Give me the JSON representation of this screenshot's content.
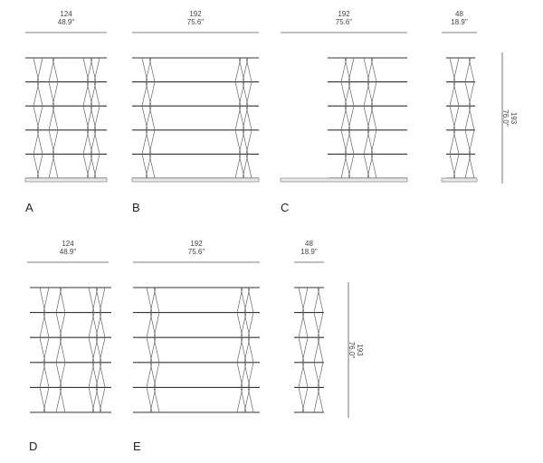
{
  "units": {
    "cm": "cm",
    "in": "\""
  },
  "elevations": [
    {
      "id": "A",
      "label": "A",
      "width_cm": "124",
      "width_in": "48.9\"",
      "base": true,
      "clusters": [
        {
          "uprights": 2,
          "phase": 0
        },
        {
          "uprights": 2,
          "phase": 1
        },
        {
          "uprights": 4,
          "phase": 0
        }
      ]
    },
    {
      "id": "B",
      "label": "B",
      "width_cm": "192",
      "width_in": "75.6\"",
      "base": true,
      "clusters": [
        {
          "uprights": 3,
          "phase": 0
        },
        {
          "uprights": 4,
          "phase": 1
        }
      ]
    },
    {
      "id": "C",
      "label": "C",
      "width_cm": "192",
      "width_in": "75.6\"",
      "base": true,
      "clusters": [
        {
          "uprights": 3,
          "phase": 1
        },
        {
          "uprights": 3,
          "phase": 0
        }
      ]
    },
    {
      "id": "C2",
      "label": "",
      "width_cm": "48",
      "width_in": "18.9\"",
      "base": true,
      "height_cm": "193",
      "height_in": "76.0\"",
      "clusters": [
        {
          "uprights": 2,
          "phase": 0
        },
        {
          "uprights": 2,
          "phase": 1
        }
      ]
    },
    {
      "id": "D",
      "label": "D",
      "width_cm": "124",
      "width_in": "48.9\"",
      "base": false,
      "clusters": [
        {
          "uprights": 2,
          "phase": 0
        },
        {
          "uprights": 2,
          "phase": 1
        },
        {
          "uprights": 4,
          "phase": 0
        }
      ]
    },
    {
      "id": "E",
      "label": "E",
      "width_cm": "192",
      "width_in": "75.6\"",
      "base": false,
      "clusters": [
        {
          "uprights": 3,
          "phase": 0
        },
        {
          "uprights": 4,
          "phase": 1
        }
      ]
    },
    {
      "id": "E2",
      "label": "",
      "width_cm": "48",
      "width_in": "18.9\"",
      "base": false,
      "height_cm": "193",
      "height_in": "76.0\"",
      "clusters": [
        {
          "uprights": 2,
          "phase": 0
        },
        {
          "uprights": 2,
          "phase": 1
        }
      ]
    }
  ],
  "shelves_per_unit": 6
}
